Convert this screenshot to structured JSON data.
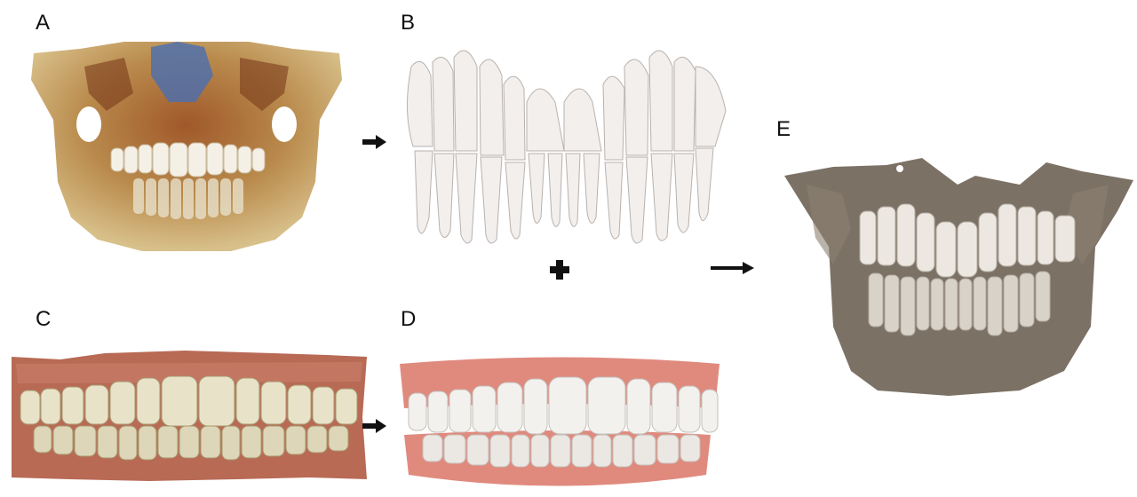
{
  "labels": {
    "a": "A",
    "b": "B",
    "c": "C",
    "d": "D",
    "e": "E"
  },
  "colors": {
    "bone": "#c9a96a",
    "bone_dark": "#8a4a22",
    "bone_blue": "#4a6fb0",
    "tooth": "#f2efe9",
    "tooth_shadow": "#d9d4cc",
    "gum": "#e08a7e",
    "gum_real": "#b86a55",
    "skull_translucent": "#6e6254",
    "arrow": "#111111"
  },
  "icons": {
    "arrow_ab": "right-arrow-icon",
    "arrow_cd": "right-arrow-icon",
    "arrow_to_e": "long-right-arrow-icon",
    "plus": "plus-icon"
  }
}
